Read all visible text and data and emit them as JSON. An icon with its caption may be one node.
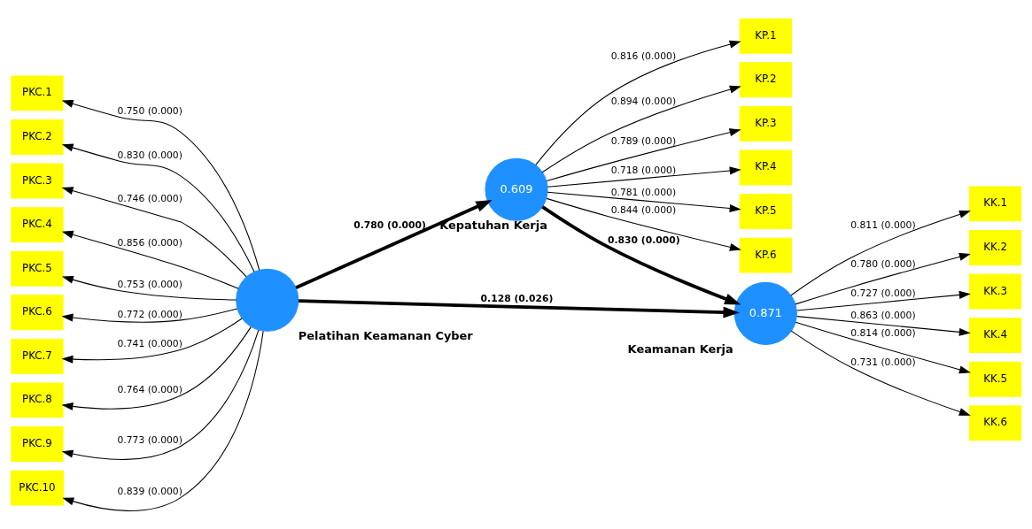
{
  "diagram": {
    "nodes": [
      {
        "text": [
          "KP.1"
        ]
      },
      {
        "text": [
          "KP.2"
        ]
      },
      {
        "text": [
          "KP.3"
        ]
      },
      {
        "text": [
          "KP.4"
        ]
      },
      {
        "text": [
          "KP.5"
        ]
      },
      {
        "text": [
          "KP.6"
        ]
      },
      {
        "text": [
          "0.609",
          "Kepatuhan Kerja"
        ]
      },
      {
        "text": [
          "PKC.1"
        ]
      },
      {
        "text": [
          "PKC.2"
        ]
      },
      {
        "text": [
          "PKC.3"
        ]
      },
      {
        "text": [
          "PKC.4"
        ]
      },
      {
        "text": [
          "PKC.5"
        ]
      },
      {
        "text": [
          "PKC.6"
        ]
      },
      {
        "text": [
          "PKC.7"
        ]
      },
      {
        "text": [
          "PKC.8"
        ]
      },
      {
        "text": [
          "PKC.9"
        ]
      },
      {
        "text": [
          "PKC.10"
        ]
      },
      {
        "text": [
          "Pelatihan Keamanan Cyber"
        ]
      },
      {
        "text": [
          "0.871",
          "Keamanan Kerja"
        ]
      },
      {
        "text": [
          "KK.1"
        ]
      },
      {
        "text": [
          "KK.2"
        ]
      },
      {
        "text": [
          "KK.3"
        ]
      },
      {
        "text": [
          "KK.4"
        ]
      },
      {
        "text": [
          "KK.5"
        ]
      },
      {
        "text": [
          "KK.6"
        ]
      }
    ],
    "edges": [
      {
        "from": 6,
        "to": 0,
        "arrow": "to",
        "label": "0.816 (0.000)"
      },
      {
        "from": 6,
        "to": 1,
        "arrow": "to",
        "label": "0.894 (0.000)"
      },
      {
        "from": 6,
        "to": 2,
        "arrow": "to",
        "label": "0.789 (0.000)"
      },
      {
        "from": 6,
        "to": 3,
        "arrow": "to",
        "label": "0.718 (0.000)"
      },
      {
        "from": 6,
        "to": 4,
        "arrow": "to",
        "label": "0.781 (0.000)"
      },
      {
        "from": 6,
        "to": 5,
        "arrow": "to",
        "label": "0.844 (0.000)"
      },
      {
        "from": 17,
        "to": 7,
        "arrow": "to",
        "label": "0.750 (0.000)"
      },
      {
        "from": 17,
        "to": 8,
        "arrow": "to",
        "label": "0.830 (0.000)"
      },
      {
        "from": 17,
        "to": 9,
        "arrow": "to",
        "label": "0.746 (0.000)"
      },
      {
        "from": 17,
        "to": 10,
        "arrow": "to",
        "label": "0.856 (0.000)"
      },
      {
        "from": 17,
        "to": 11,
        "arrow": "to",
        "label": "0.753 (0.000)"
      },
      {
        "from": 17,
        "to": 12,
        "arrow": "to",
        "label": "0.772 (0.000)"
      },
      {
        "from": 17,
        "to": 13,
        "arrow": "to",
        "label": "0.741 (0.000)"
      },
      {
        "from": 17,
        "to": 14,
        "arrow": "to",
        "label": "0.764 (0.000)"
      },
      {
        "from": 17,
        "to": 15,
        "arrow": "to",
        "label": "0.773 (0.000)"
      },
      {
        "from": 17,
        "to": 16,
        "arrow": "to",
        "label": "0.839 (0.000)"
      },
      {
        "from": 17,
        "to": 6,
        "arrow": "to",
        "label": "0.780 (0.000)",
        "style": "thick"
      },
      {
        "from": 6,
        "to": 18,
        "arrow": "to",
        "label": "0.830 (0.000)",
        "style": "thick"
      },
      {
        "from": 17,
        "to": 18,
        "arrow": "to",
        "label": "0.128 (0.026)",
        "style": "thick"
      },
      {
        "from": 18,
        "to": 19,
        "arrow": "to",
        "label": "0.811 (0.000)"
      },
      {
        "from": 18,
        "to": 20,
        "arrow": "to",
        "label": "0.780 (0.000)"
      },
      {
        "from": 18,
        "to": 21,
        "arrow": "to",
        "label": "0.727 (0.000)"
      },
      {
        "from": 18,
        "to": 22,
        "arrow": "to",
        "label": "0.863 (0.000)"
      },
      {
        "from": 18,
        "to": 23,
        "arrow": "to",
        "label": "0.814 (0.000)"
      },
      {
        "from": 18,
        "to": 24,
        "arrow": "to",
        "label": "0.731 (0.000)"
      }
    ]
  }
}
